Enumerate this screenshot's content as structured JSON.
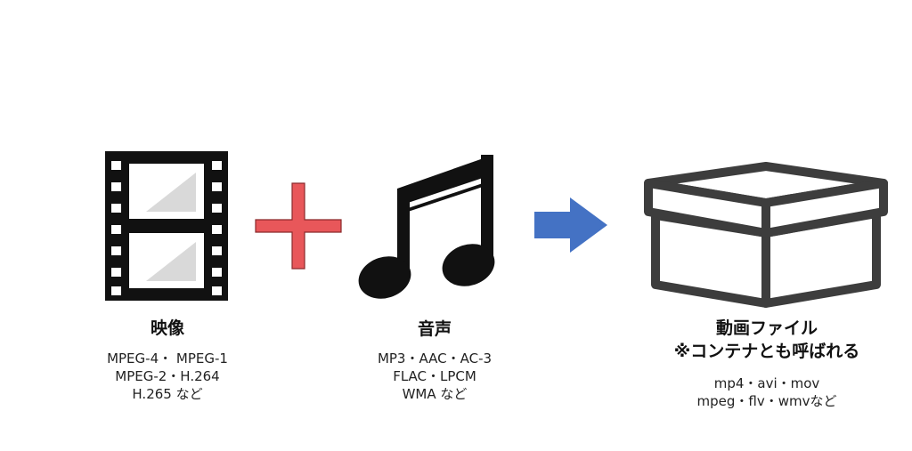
{
  "colors": {
    "icon_black": "#111111",
    "film_frame": "#d9d9d9",
    "plus_red": "#e8575a",
    "plus_outline": "#8a2a2c",
    "arrow_blue": "#4472c4",
    "box_gray": "#3d3d3d"
  },
  "icons": {
    "video": "film-strip-icon",
    "operator": "plus-icon",
    "audio": "music-note-icon",
    "result_arrow": "right-arrow-icon",
    "container": "box-icon"
  },
  "video": {
    "title": "映像",
    "lines": [
      "MPEG-4・ MPEG-1",
      "MPEG-2・H.264",
      "H.265 など"
    ]
  },
  "audio": {
    "title": "音声",
    "lines": [
      "MP3・AAC・AC-3",
      "FLAC・LPCM",
      "WMA など"
    ]
  },
  "container": {
    "title_lines": [
      "動画ファイル",
      "※コンテナとも呼ばれる"
    ],
    "lines": [
      "mp4・avi・mov",
      "mpeg・flv・wmvなど"
    ]
  }
}
